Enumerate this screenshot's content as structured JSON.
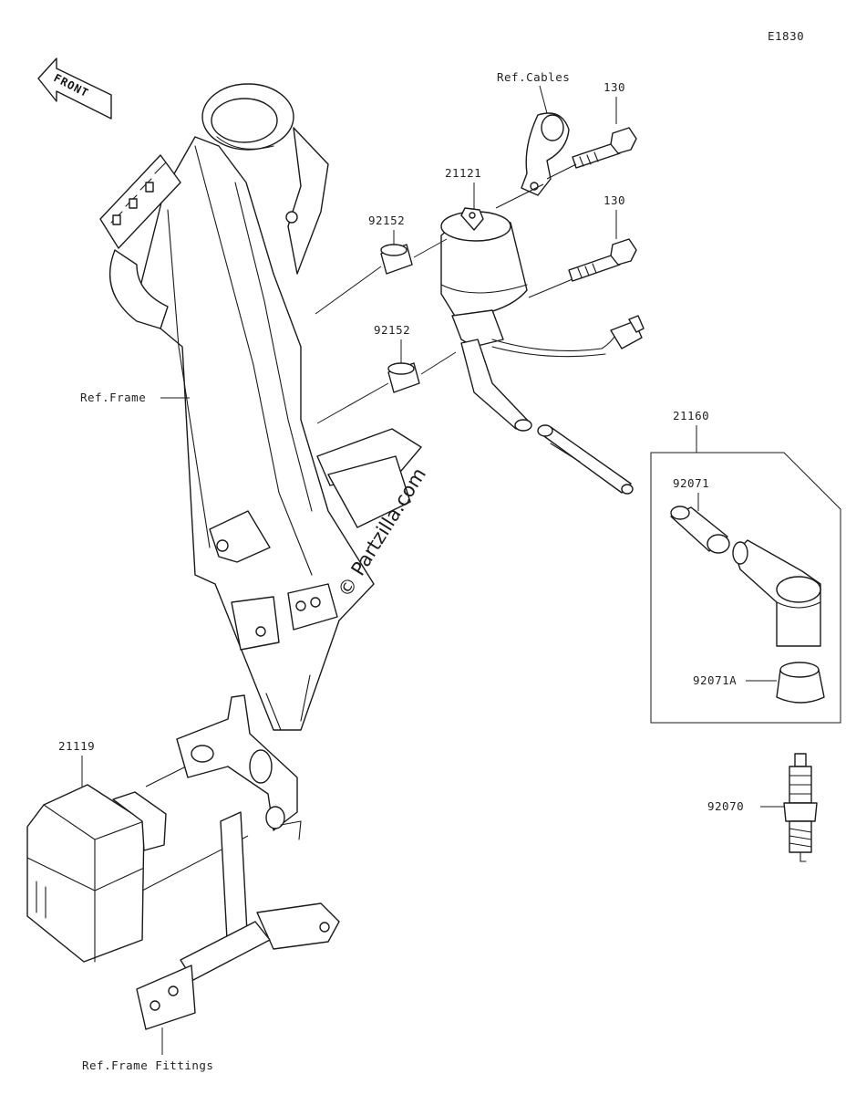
{
  "diagram_code": "E1830",
  "front_arrow": "FRONT",
  "watermark": "© Partzilla.com",
  "labels": {
    "ref_cables": "Ref.Cables",
    "ref_frame": "Ref.Frame",
    "ref_frame_fittings": "Ref.Frame Fittings",
    "bolt_top": "130",
    "bolt_mid": "130",
    "coil": "21121",
    "collar_top": "92152",
    "collar_bottom": "92152",
    "cap_assy": "21160",
    "cap_seal": "92071",
    "cap_seal_a": "92071A",
    "igniter": "21119",
    "spark_plug": "92070"
  },
  "colors": {
    "line": "#1a1a1a",
    "background": "#ffffff"
  }
}
